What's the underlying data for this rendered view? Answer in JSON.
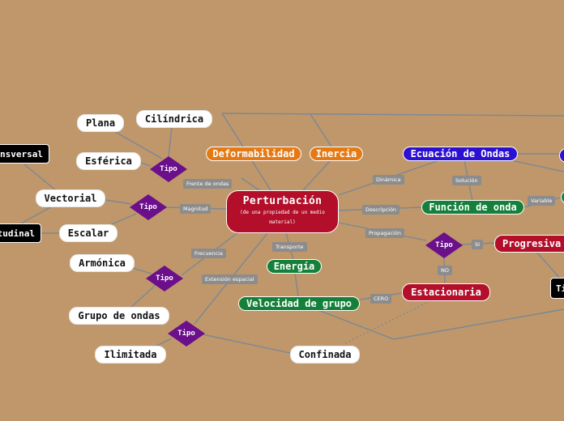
{
  "central": {
    "title": "Perturbación",
    "subtitle": "(de una propiedad de un medio material)"
  },
  "nodes": {
    "cilindrica": "Cilíndrica",
    "plana": "Plana",
    "esferica": "Esférica",
    "transversal": "Transversal",
    "vectorial": "Vectorial",
    "longitudinal": "Longitudinal",
    "escalar": "Escalar",
    "armonica": "Armónica",
    "grupo_ondas": "Grupo de ondas",
    "ilimitada": "Ilimitada",
    "confinada": "Confinada",
    "deformabilidad": "Deformabilidad",
    "inercia": "Inercia",
    "ecuacion_ondas": "Ecuación de Ondas",
    "funcion_onda": "Función de onda",
    "progresiva": "Progresiva",
    "estacionaria": "Estacionaria",
    "energia": "Energía",
    "velocidad_grupo": "Velocidad de grupo",
    "tipo_partial": "Ti"
  },
  "diamonds": {
    "forma": "Tipo",
    "magnitud": "Tipo",
    "frecuencia": "Tipo",
    "extension": "Tipo",
    "propagacion": "Tipo"
  },
  "edge_labels": {
    "frente_ondas": "Frente de ondas",
    "magnitud": "Magnitud",
    "frecuencia": "Frecuencia",
    "extension_espacial": "Extensión espacial",
    "transporte": "Transporte",
    "dinamica": "Dinámica",
    "solucion": "Solución",
    "descripcion": "Descripción",
    "propagacion": "Propagación",
    "variable": "Variable",
    "si": "SI",
    "no": "NO",
    "cero": "CERO"
  },
  "colors": {
    "background": "#bf976a",
    "central": "#b30f2a",
    "diamond": "#6b0f8a",
    "orange": "#e57914",
    "blue": "#2b10d2",
    "green": "#14803a",
    "red": "#b30f2a",
    "connector": "#7b8896",
    "edge_label_bg": "#8c8c8c"
  }
}
